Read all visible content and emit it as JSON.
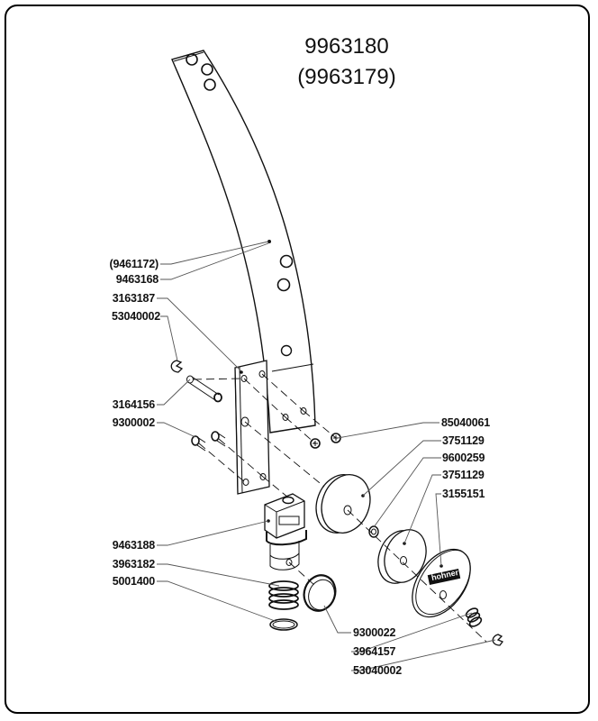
{
  "title": {
    "part_number": "9963180",
    "alt_part_number": "(9963179)"
  },
  "logo_text": "hohner",
  "labels_left": [
    {
      "id": "9461172",
      "text": "(9461172)"
    },
    {
      "id": "9463168",
      "text": "9463168"
    },
    {
      "id": "3163187",
      "text": "3163187"
    },
    {
      "id": "53040002-a",
      "text": "53040002"
    },
    {
      "id": "3164156",
      "text": "3164156"
    },
    {
      "id": "9300002",
      "text": "9300002"
    },
    {
      "id": "9463188",
      "text": "9463188"
    },
    {
      "id": "3963182",
      "text": "3963182"
    },
    {
      "id": "5001400",
      "text": "5001400"
    }
  ],
  "labels_right": [
    {
      "id": "85040061",
      "text": "85040061"
    },
    {
      "id": "3751129-a",
      "text": "3751129"
    },
    {
      "id": "9600259",
      "text": "9600259"
    },
    {
      "id": "3751129-b",
      "text": "3751129"
    },
    {
      "id": "3155151",
      "text": "3155151"
    }
  ],
  "labels_bottom": [
    {
      "id": "9300022",
      "text": "9300022"
    },
    {
      "id": "3964157",
      "text": "3964157"
    },
    {
      "id": "53040002-b",
      "text": "53040002"
    }
  ]
}
